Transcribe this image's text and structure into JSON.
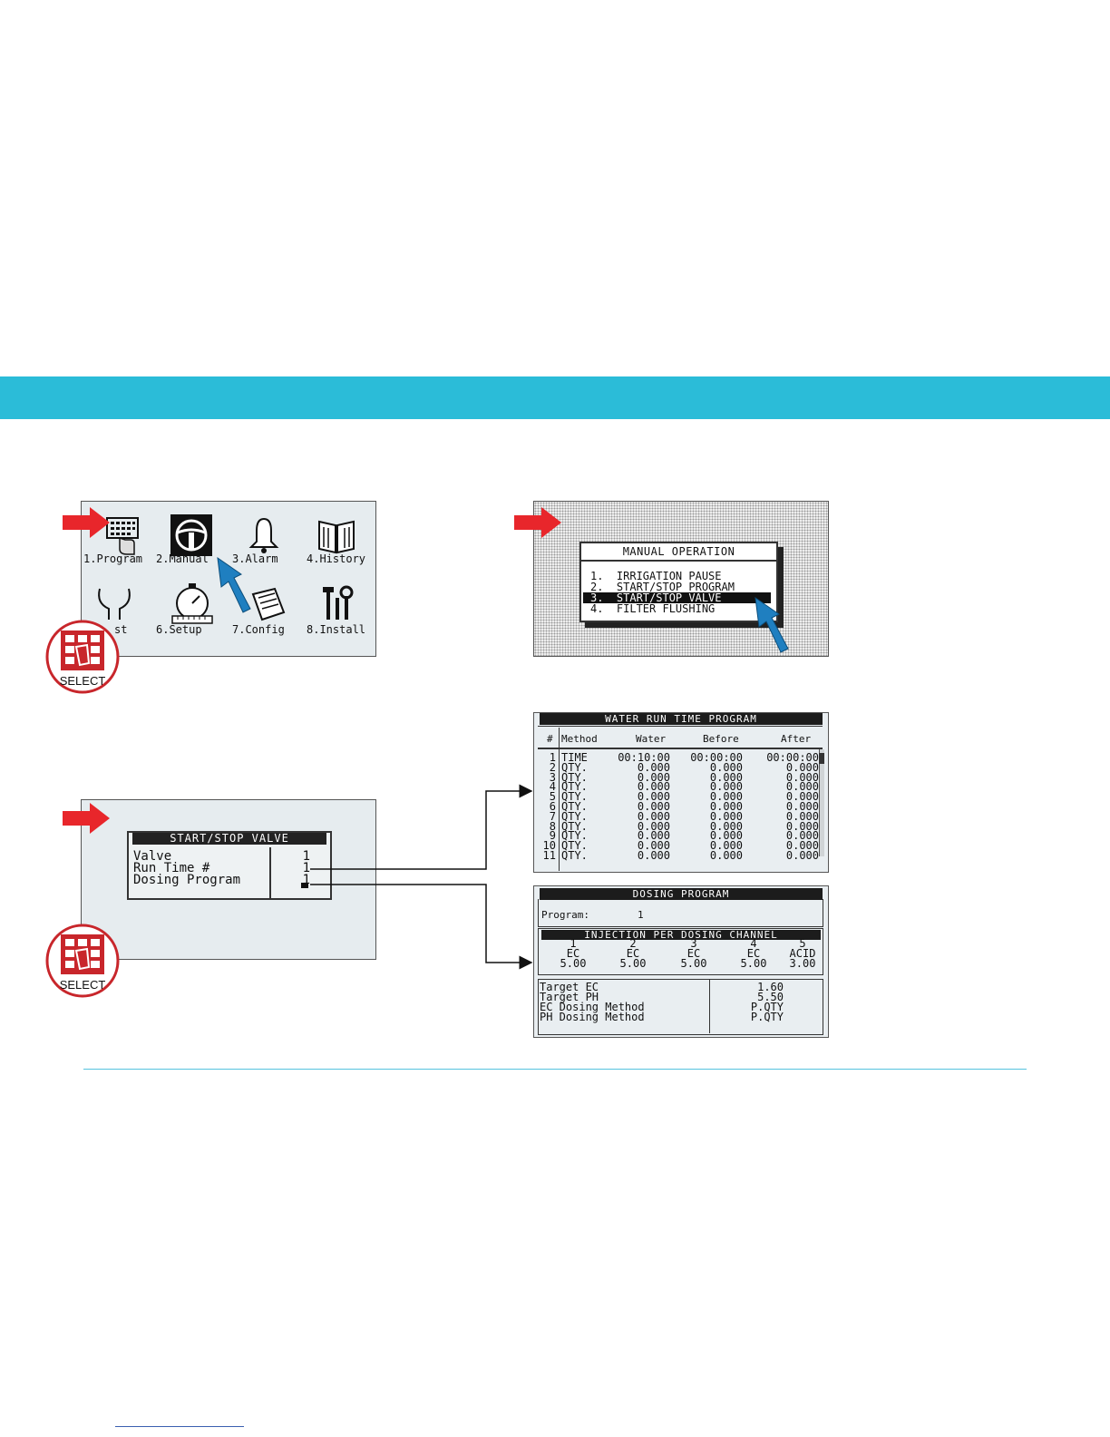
{
  "main_menu": {
    "items": [
      {
        "label": "1.Program",
        "icon": "keypad-hand-icon"
      },
      {
        "label": "2.Manual",
        "icon": "steering-wheel-icon"
      },
      {
        "label": "3.Alarm",
        "icon": "bell-icon"
      },
      {
        "label": "4.History",
        "icon": "book-icon"
      },
      {
        "label": "st",
        "icon": "stethoscope-icon"
      },
      {
        "label": "6.Setup",
        "icon": "stopwatch-icon"
      },
      {
        "label": "7.Config",
        "icon": "config-icon"
      },
      {
        "label": "8.Install",
        "icon": "tools-icon"
      }
    ]
  },
  "select_button": {
    "label": "SELECT"
  },
  "manual_operation": {
    "title": "MANUAL OPERATION",
    "items": [
      "1.  IRRIGATION PAUSE",
      "2.  START/STOP PROGRAM",
      "3.  START/STOP VALVE",
      "4.  FILTER FLUSHING"
    ],
    "selected_index": 2
  },
  "start_stop_valve": {
    "title": "START/STOP VALVE",
    "rows": [
      {
        "label": "Valve",
        "value": "1"
      },
      {
        "label": "Run Time #",
        "value": "1"
      },
      {
        "label": "Dosing Program",
        "value": "1"
      }
    ]
  },
  "water_run_time": {
    "title": "WATER RUN TIME PROGRAM",
    "headers": [
      "#",
      "Method",
      "Water",
      "Before",
      "After"
    ],
    "rows": [
      [
        "1",
        "TIME",
        "00:10:00",
        "00:00:00",
        "00:00:00"
      ],
      [
        "2",
        "QTY.",
        "0.000",
        "0.000",
        "0.000"
      ],
      [
        "3",
        "QTY.",
        "0.000",
        "0.000",
        "0.000"
      ],
      [
        "4",
        "QTY.",
        "0.000",
        "0.000",
        "0.000"
      ],
      [
        "5",
        "QTY.",
        "0.000",
        "0.000",
        "0.000"
      ],
      [
        "6",
        "QTY.",
        "0.000",
        "0.000",
        "0.000"
      ],
      [
        "7",
        "QTY.",
        "0.000",
        "0.000",
        "0.000"
      ],
      [
        "8",
        "QTY.",
        "0.000",
        "0.000",
        "0.000"
      ],
      [
        "9",
        "QTY.",
        "0.000",
        "0.000",
        "0.000"
      ],
      [
        "10",
        "QTY.",
        "0.000",
        "0.000",
        "0.000"
      ],
      [
        "11",
        "QTY.",
        "0.000",
        "0.000",
        "0.000"
      ]
    ]
  },
  "dosing_program": {
    "title": "DOSING PROGRAM",
    "program_label": "Program:",
    "program_value": "1",
    "injection_title": "INJECTION PER DOSING CHANNEL",
    "channels": [
      {
        "num": "1",
        "type": "EC",
        "value": "5.00"
      },
      {
        "num": "2",
        "type": "EC",
        "value": "5.00"
      },
      {
        "num": "3",
        "type": "EC",
        "value": "5.00"
      },
      {
        "num": "4",
        "type": "EC",
        "value": "5.00"
      },
      {
        "num": "5",
        "type": "ACID",
        "value": "3.00"
      }
    ],
    "settings": [
      {
        "label": "Target EC",
        "value": "1.60"
      },
      {
        "label": "Target PH",
        "value": "5.50"
      },
      {
        "label": "EC Dosing Method",
        "value": "P.QTY"
      },
      {
        "label": "PH Dosing Method",
        "value": "P.QTY"
      }
    ]
  },
  "colors": {
    "band": "#2bbcd8",
    "accent_red": "#e8262b",
    "pointer_blue": "#1f7fc0"
  }
}
